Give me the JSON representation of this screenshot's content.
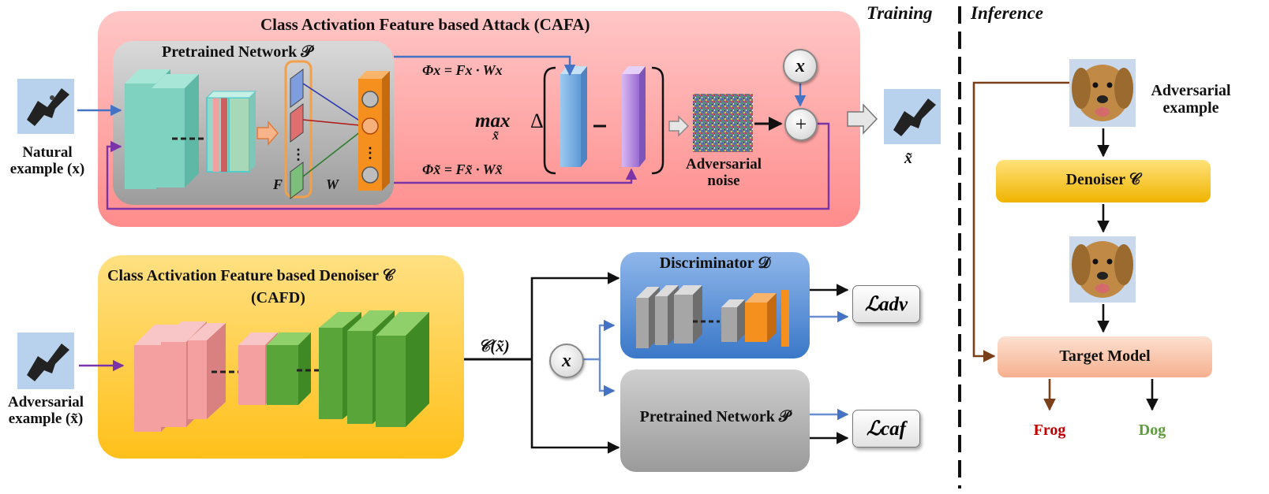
{
  "cafa": {
    "title": "Class Activation Feature based Attack (CAFA)",
    "pretrained_title": "Pretrained Network 𝒫",
    "f_label": "F",
    "w_label": "W",
    "phi_x": "Φx = Fx · Wx",
    "phi_xt": "Φx̃ = Fx̃ · Wx̃",
    "max_label": "max",
    "max_sub": "x̃",
    "delta": "Δ",
    "minus": "–",
    "noise_label": "Adversarial noise",
    "x_circle": "x",
    "plus": "+",
    "output_label": "x̃"
  },
  "left": {
    "natural_label": "Natural example (x)",
    "adversarial_label": "Adversarial example (x̃)"
  },
  "phase": {
    "training": "Training",
    "inference": "Inference"
  },
  "cafd": {
    "title": "Class Activation Feature based Denoiser 𝒞",
    "subtitle": "(CAFD)",
    "output_label": "𝒞(x̃)"
  },
  "discriminator": {
    "title": "Discriminator 𝒟"
  },
  "pretrained2": {
    "title": "Pretrained Network 𝒫"
  },
  "x_circle2": "x",
  "losses": {
    "adv": "ℒadv",
    "caf": "ℒcaf"
  },
  "inference": {
    "adv_example": "Adversarial example",
    "denoiser": "Denoiser 𝒞",
    "target_model": "Target Model",
    "frog": "Frog",
    "dog": "Dog"
  },
  "colors": {
    "cafa_bg": "#ffb3b3",
    "cafd_bg": "#ffd24d",
    "disc_bg": "#5b8fd6",
    "pretrained_bg": "#b5b5b5",
    "teal": "#7fd1c0",
    "pink": "#f4a0a0",
    "green": "#5aa53a",
    "orange": "#f5901e",
    "purple": "#8a3fb0",
    "blue_arrow": "#4472c4",
    "brown_arrow": "#7b3f1a",
    "frog": "#c00000",
    "dog": "#5e9e3e"
  },
  "icons": [
    "bird-image",
    "dog-image",
    "noise-image",
    "right-arrow-icon"
  ]
}
